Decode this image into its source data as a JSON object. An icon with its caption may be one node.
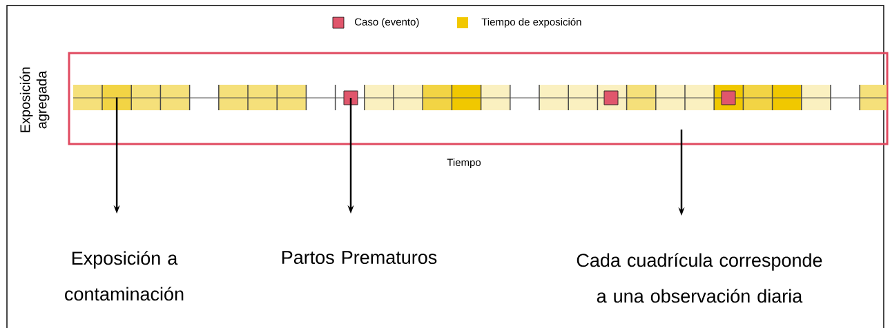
{
  "diagram": {
    "nodes": [
      {
        "text": [
          "Exposición a contaminación"
        ]
      },
      {
        "text": [
          "Partos Prematuros"
        ]
      },
      {
        "text": [
          "Cada cuadrícula corresponde a una observación diaria"
        ]
      },
      {
        "text": [],
        "shape": "box"
      },
      {
        "text": [],
        "shape": "box",
        "in": 3
      },
      {
        "text": [],
        "shape": "box",
        "in": 3
      },
      {
        "text": [],
        "shape": "box",
        "in": 3
      },
      {
        "text": [],
        "shape": "box",
        "in": 3
      }
    ],
    "edges": [
      {
        "from": 4,
        "to": 0,
        "arrow": "to"
      },
      {
        "from": 5,
        "to": 1,
        "arrow": "to"
      },
      {
        "from": 3,
        "to": 2,
        "arrow": "to"
      }
    ],
    "labels": [
      "Exposición agregada",
      "Tiempo"
    ],
    "legend": [
      {
        "text": "Caso (evento)",
        "color": "#e0566c"
      },
      {
        "text": "Tiempo de exposición",
        "color": "#f2c800"
      }
    ]
  }
}
